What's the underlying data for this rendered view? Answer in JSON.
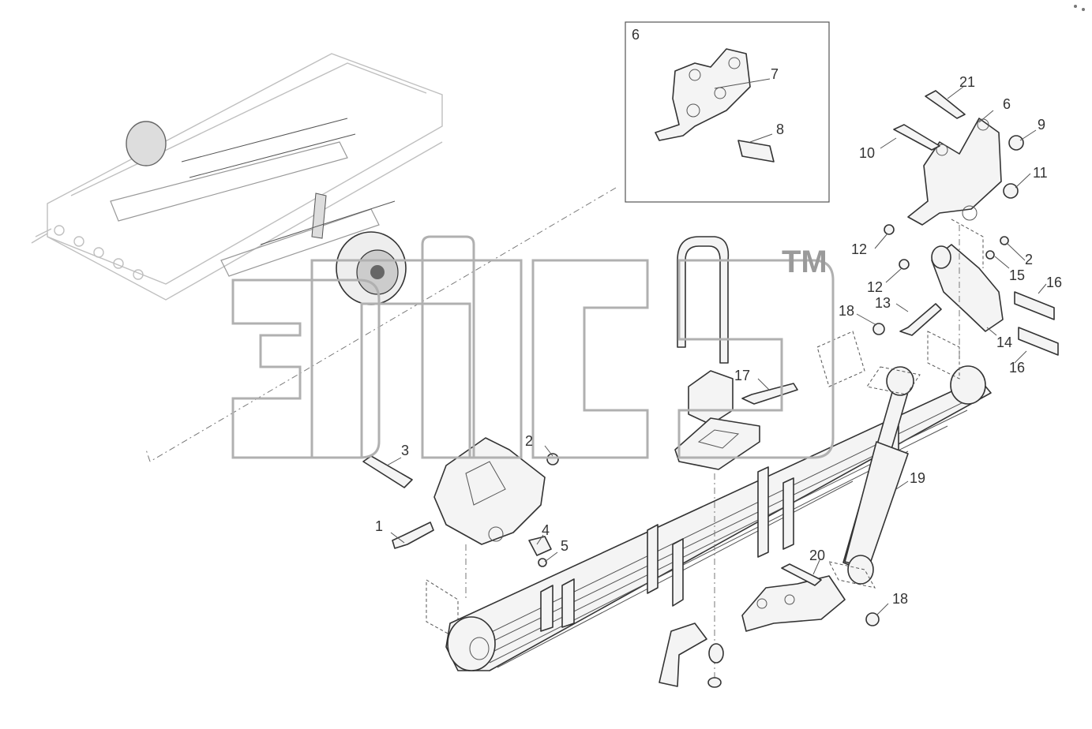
{
  "diagram": {
    "inset_label": "6",
    "callouts": [
      "1",
      "2",
      "2",
      "3",
      "4",
      "5",
      "6",
      "7",
      "8",
      "9",
      "10",
      "11",
      "12",
      "12",
      "13",
      "14",
      "15",
      "16",
      "16",
      "17",
      "18",
      "18",
      "19",
      "20",
      "21"
    ],
    "watermark": {
      "text": "3ПСБ",
      "trademark": "TM"
    }
  }
}
